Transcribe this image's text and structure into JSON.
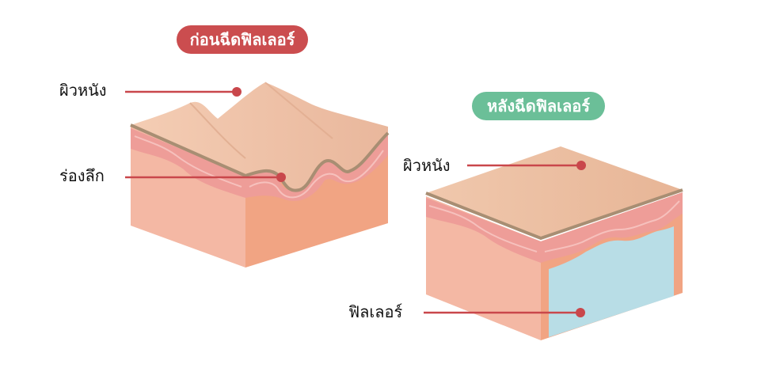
{
  "titles": {
    "before": "ก่อนฉีดฟิลเลอร์",
    "after": "หลังฉีดฟิลเลอร์"
  },
  "labels": {
    "before_skin": "ผิวหนัง",
    "before_wrinkle": "ร่องลึก",
    "after_skin": "ผิวหนัง",
    "after_filler": "ฟิลเลอร์"
  },
  "colors": {
    "before_badge": "#cb4d4f",
    "after_badge": "#6bbf98",
    "leader_line": "#c9474b",
    "filler": "#b8dde6"
  }
}
